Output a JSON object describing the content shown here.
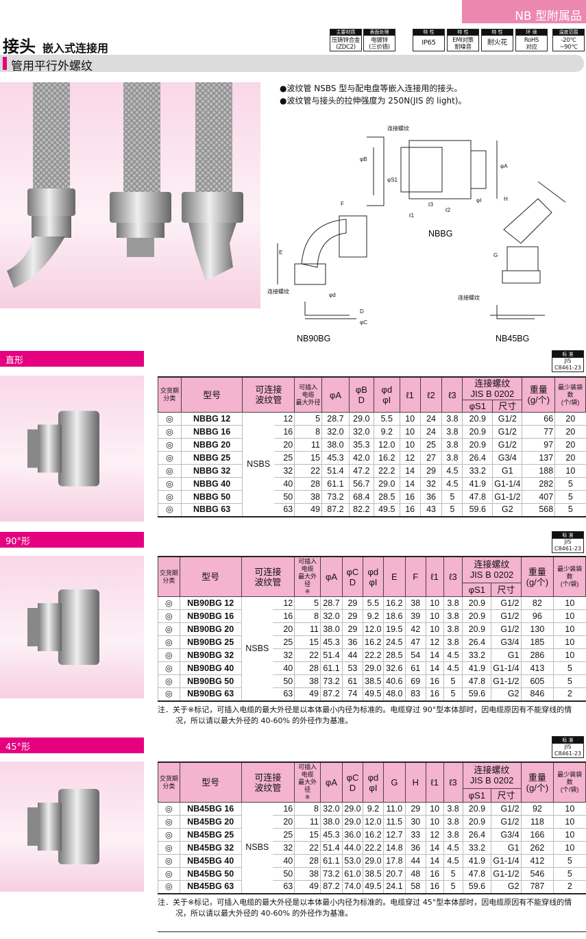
{
  "category": "NB 型附属品",
  "title": "接头",
  "subtitle": "嵌入式连接用",
  "badges": [
    {
      "h": "主要材质",
      "v": "压铸锌合金\n(ZDC2)"
    },
    {
      "h": "表面处理",
      "v": "电镀锌\n(三价铬)"
    },
    {
      "h": "特 性",
      "v": "IP65"
    },
    {
      "h": "特 性",
      "v": "EMI对策\n耐噪音"
    },
    {
      "h": "特 性",
      "v": "耐火花"
    },
    {
      "h": "环 境",
      "v": "RoHS\n对应"
    },
    {
      "h": "温度范围",
      "v": "-20℃\n~90℃"
    }
  ],
  "section_title": "管用平行外螺纹",
  "bullets": [
    "●波纹管 NSBS 型与配电盘等嵌入连接用的接头。",
    "●波纹管与接头的拉伸强度为 250N(JIS 的 light)。"
  ],
  "diagram": {
    "thread_label": "连接螺纹",
    "nbbg": "NBBG",
    "nb90": "NB90BG",
    "nb45": "NB45BG",
    "dims": [
      "φB",
      "φS1",
      "φI",
      "φA",
      "ℓ1",
      "ℓ2",
      "ℓ3",
      "D",
      "F",
      "E",
      "φd",
      "φC",
      "H",
      "G"
    ]
  },
  "standard": {
    "h": "标 准",
    "v1": "JIS",
    "v2": "C8461-23"
  },
  "sections": [
    {
      "label": "直形",
      "headers": [
        "交货期\n分类",
        "型号",
        "可连接\n波纹管",
        "可插入\n电缆\n最大外径",
        "φA",
        "φB\nD",
        "φd\nφI",
        "ℓ1",
        "ℓ2",
        "ℓ3",
        "连接螺纹\nJIS B 0202",
        "φS1",
        "尺寸",
        "重量\n(g/个)",
        "最少装袋数\n(个/袋)"
      ],
      "rows": [
        [
          "◎",
          "NBBG 12",
          "12",
          "5",
          "28.7",
          "29.0",
          "5.5",
          "10",
          "24",
          "3.8",
          "20.9",
          "G1/2",
          "66",
          "20"
        ],
        [
          "◎",
          "NBBG 16",
          "16",
          "8",
          "32.0",
          "32.0",
          "9.2",
          "10",
          "24",
          "3.8",
          "20.9",
          "G1/2",
          "77",
          "20"
        ],
        [
          "◎",
          "NBBG 20",
          "20",
          "11",
          "38.0",
          "35.3",
          "12.0",
          "10",
          "25",
          "3.8",
          "20.9",
          "G1/2",
          "97",
          "20"
        ],
        [
          "◎",
          "NBBG 25",
          "25",
          "15",
          "45.3",
          "42.0",
          "16.2",
          "12",
          "27",
          "3.8",
          "26.4",
          "G3/4",
          "137",
          "20"
        ],
        [
          "◎",
          "NBBG 32",
          "32",
          "22",
          "51.4",
          "47.2",
          "22.2",
          "14",
          "29",
          "4.5",
          "33.2",
          "G1",
          "188",
          "10"
        ],
        [
          "◎",
          "NBBG 40",
          "40",
          "28",
          "61.1",
          "56.7",
          "29.0",
          "14",
          "32",
          "4.5",
          "41.9",
          "G1-1/4",
          "282",
          "5"
        ],
        [
          "◎",
          "NBBG 50",
          "50",
          "38",
          "73.2",
          "68.4",
          "28.5",
          "16",
          "36",
          "5",
          "47.8",
          "G1-1/2",
          "407",
          "5"
        ],
        [
          "◎",
          "NBBG 63",
          "63",
          "49",
          "87.2",
          "82.2",
          "49.5",
          "16",
          "43",
          "5",
          "59.6",
          "G2",
          "568",
          "5"
        ]
      ],
      "tube": "NSBS"
    },
    {
      "label": "90°形",
      "headers": [
        "交货期\n分类",
        "型号",
        "可连接\n波纹管",
        "可插入\n电缆\n最大外径\n※",
        "φA",
        "φC\nD",
        "φd\nφI",
        "E",
        "F",
        "ℓ1",
        "ℓ3",
        "连接螺纹\nJIS B 0202",
        "φS1",
        "尺寸",
        "重量\n(g/个)",
        "最少装袋数\n(个/袋)"
      ],
      "rows": [
        [
          "◎",
          "NB90BG 12",
          "12",
          "5",
          "28.7",
          "29",
          "5.5",
          "16.2",
          "38",
          "10",
          "3.8",
          "20.9",
          "G1/2",
          "82",
          "10"
        ],
        [
          "◎",
          "NB90BG 16",
          "16",
          "8",
          "32.0",
          "29",
          "9.2",
          "18.6",
          "39",
          "10",
          "3.8",
          "20.9",
          "G1/2",
          "96",
          "10"
        ],
        [
          "◎",
          "NB90BG 20",
          "20",
          "11",
          "38.0",
          "29",
          "12.0",
          "19.5",
          "42",
          "10",
          "3.8",
          "20.9",
          "G1/2",
          "130",
          "10"
        ],
        [
          "◎",
          "NB90BG 25",
          "25",
          "15",
          "45.3",
          "36",
          "16.2",
          "24.5",
          "47",
          "12",
          "3.8",
          "26.4",
          "G3/4",
          "185",
          "10"
        ],
        [
          "◎",
          "NB90BG 32",
          "32",
          "22",
          "51.4",
          "44",
          "22.2",
          "28.5",
          "54",
          "14",
          "4.5",
          "33.2",
          "G1",
          "286",
          "10"
        ],
        [
          "◎",
          "NB90BG 40",
          "40",
          "28",
          "61.1",
          "53",
          "29.0",
          "32.6",
          "61",
          "14",
          "4.5",
          "41.9",
          "G1-1/4",
          "413",
          "5"
        ],
        [
          "◎",
          "NB90BG 50",
          "50",
          "38",
          "73.2",
          "61",
          "38.5",
          "40.6",
          "69",
          "16",
          "5",
          "47.8",
          "G1-1/2",
          "605",
          "5"
        ],
        [
          "◎",
          "NB90BG 63",
          "63",
          "49",
          "87.2",
          "74",
          "49.5",
          "48.0",
          "83",
          "16",
          "5",
          "59.6",
          "G2",
          "846",
          "2"
        ]
      ],
      "tube": "NSBS",
      "note": "注．关于※标记，可插入电缆的最大外径是以本体最小内径为标准的。电缆穿过 90°型本体部时，因电缆原因有不能穿线的情况，所以请以最大外径的 40-60% 的外径作为基准。"
    },
    {
      "label": "45°形",
      "headers": [
        "交货期\n分类",
        "型号",
        "可连接\n波纹管",
        "可插入\n电缆\n最大外径\n※",
        "φA",
        "φC\nD",
        "φd\nφI",
        "G",
        "H",
        "ℓ1",
        "ℓ3",
        "连接螺纹\nJIS B 0202",
        "φS1",
        "尺寸",
        "重量\n(g/个)",
        "最少装袋数\n(个/袋)"
      ],
      "rows": [
        [
          "◎",
          "NB45BG 16",
          "16",
          "8",
          "32.0",
          "29.0",
          "9.2",
          "11.0",
          "29",
          "10",
          "3.8",
          "20.9",
          "G1/2",
          "92",
          "10"
        ],
        [
          "◎",
          "NB45BG 20",
          "20",
          "11",
          "38.0",
          "29.0",
          "12.0",
          "11.5",
          "30",
          "10",
          "3.8",
          "20.9",
          "G1/2",
          "118",
          "10"
        ],
        [
          "◎",
          "NB45BG 25",
          "25",
          "15",
          "45.3",
          "36.0",
          "16.2",
          "12.7",
          "33",
          "12",
          "3.8",
          "26.4",
          "G3/4",
          "166",
          "10"
        ],
        [
          "◎",
          "NB45BG 32",
          "32",
          "22",
          "51.4",
          "44.0",
          "22.2",
          "14.8",
          "36",
          "14",
          "4.5",
          "33.2",
          "G1",
          "262",
          "10"
        ],
        [
          "◎",
          "NB45BG 40",
          "40",
          "28",
          "61.1",
          "53.0",
          "29.0",
          "17.8",
          "44",
          "14",
          "4.5",
          "41.9",
          "G1-1/4",
          "412",
          "5"
        ],
        [
          "◎",
          "NB45BG 50",
          "50",
          "38",
          "73.2",
          "61.0",
          "38.5",
          "20.7",
          "48",
          "16",
          "5",
          "47.8",
          "G1-1/2",
          "546",
          "5"
        ],
        [
          "◎",
          "NB45BG 63",
          "63",
          "49",
          "87.2",
          "74.0",
          "49.5",
          "24.1",
          "58",
          "16",
          "5",
          "59.6",
          "G2",
          "787",
          "2"
        ]
      ],
      "tube": "NSBS",
      "note": "注．关于※标记，可插入电缆的最大外径是以本体最小内径为标准的。电缆穿过 45°型本体部时，因电缆原因有不能穿线的情况，所以请以最大外径的 40-60% 的外径作为基准。"
    }
  ]
}
